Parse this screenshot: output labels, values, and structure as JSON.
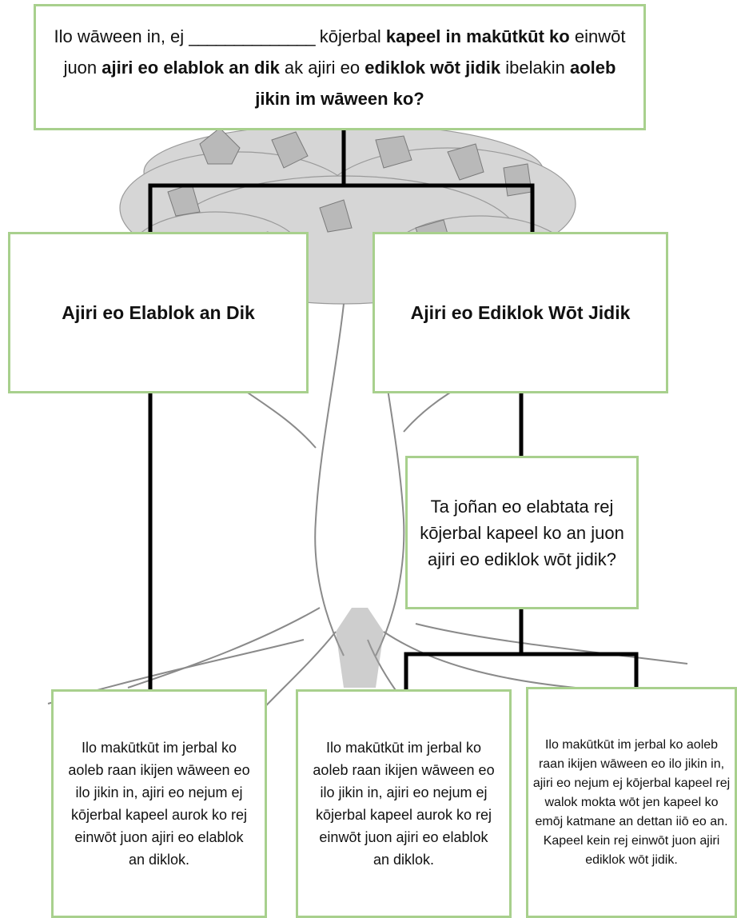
{
  "question": {
    "p1": "Ilo wāween in, ej ",
    "blank": "______________",
    "p2": " kōjerbal ",
    "b1": "kapeel in makūtkūt ko",
    "p3": " einwōt juon ",
    "b2": "ajiri eo elablok an dik",
    "p4": " ak ajiri eo ",
    "b3": "ediklok wōt jidik",
    "p5": " ibelakin ",
    "b4": "aoleb jikin im wāween ko?"
  },
  "branches": {
    "left": "Ajiri eo Elablok an Dik",
    "right": "Ajiri eo Ediklok Wōt Jidik"
  },
  "middle_question": "Ta joñan eo elabtata rej kōjerbal kapeel ko an juon ajiri eo ediklok wōt jidik?",
  "leaves": [
    "Ilo makūtkūt im jerbal ko aoleb raan ikijen wāween eo ilo jikin in, ajiri eo nejum ej kōjerbal kapeel aurok ko rej einwōt juon ajiri eo elablok an diklok.",
    "Ilo makūtkūt im jerbal ko aoleb raan ikijen wāween eo ilo jikin in, ajiri eo nejum ej kōjerbal kapeel aurok ko rej einwōt juon ajiri eo elablok an diklok.",
    "Ilo makūtkūt im jerbal ko aoleb raan ikijen wāween eo ilo jikin in, ajiri eo nejum ej kōjerbal kapeel rej walok mokta wōt jen kapeel ko emōj katmane an dettan iiō eo an. Kapeel kein rej einwōt juon ajiri ediklok wōt jidik."
  ],
  "colors": {
    "box_border": "#a8d08d",
    "connector": "#000000"
  }
}
